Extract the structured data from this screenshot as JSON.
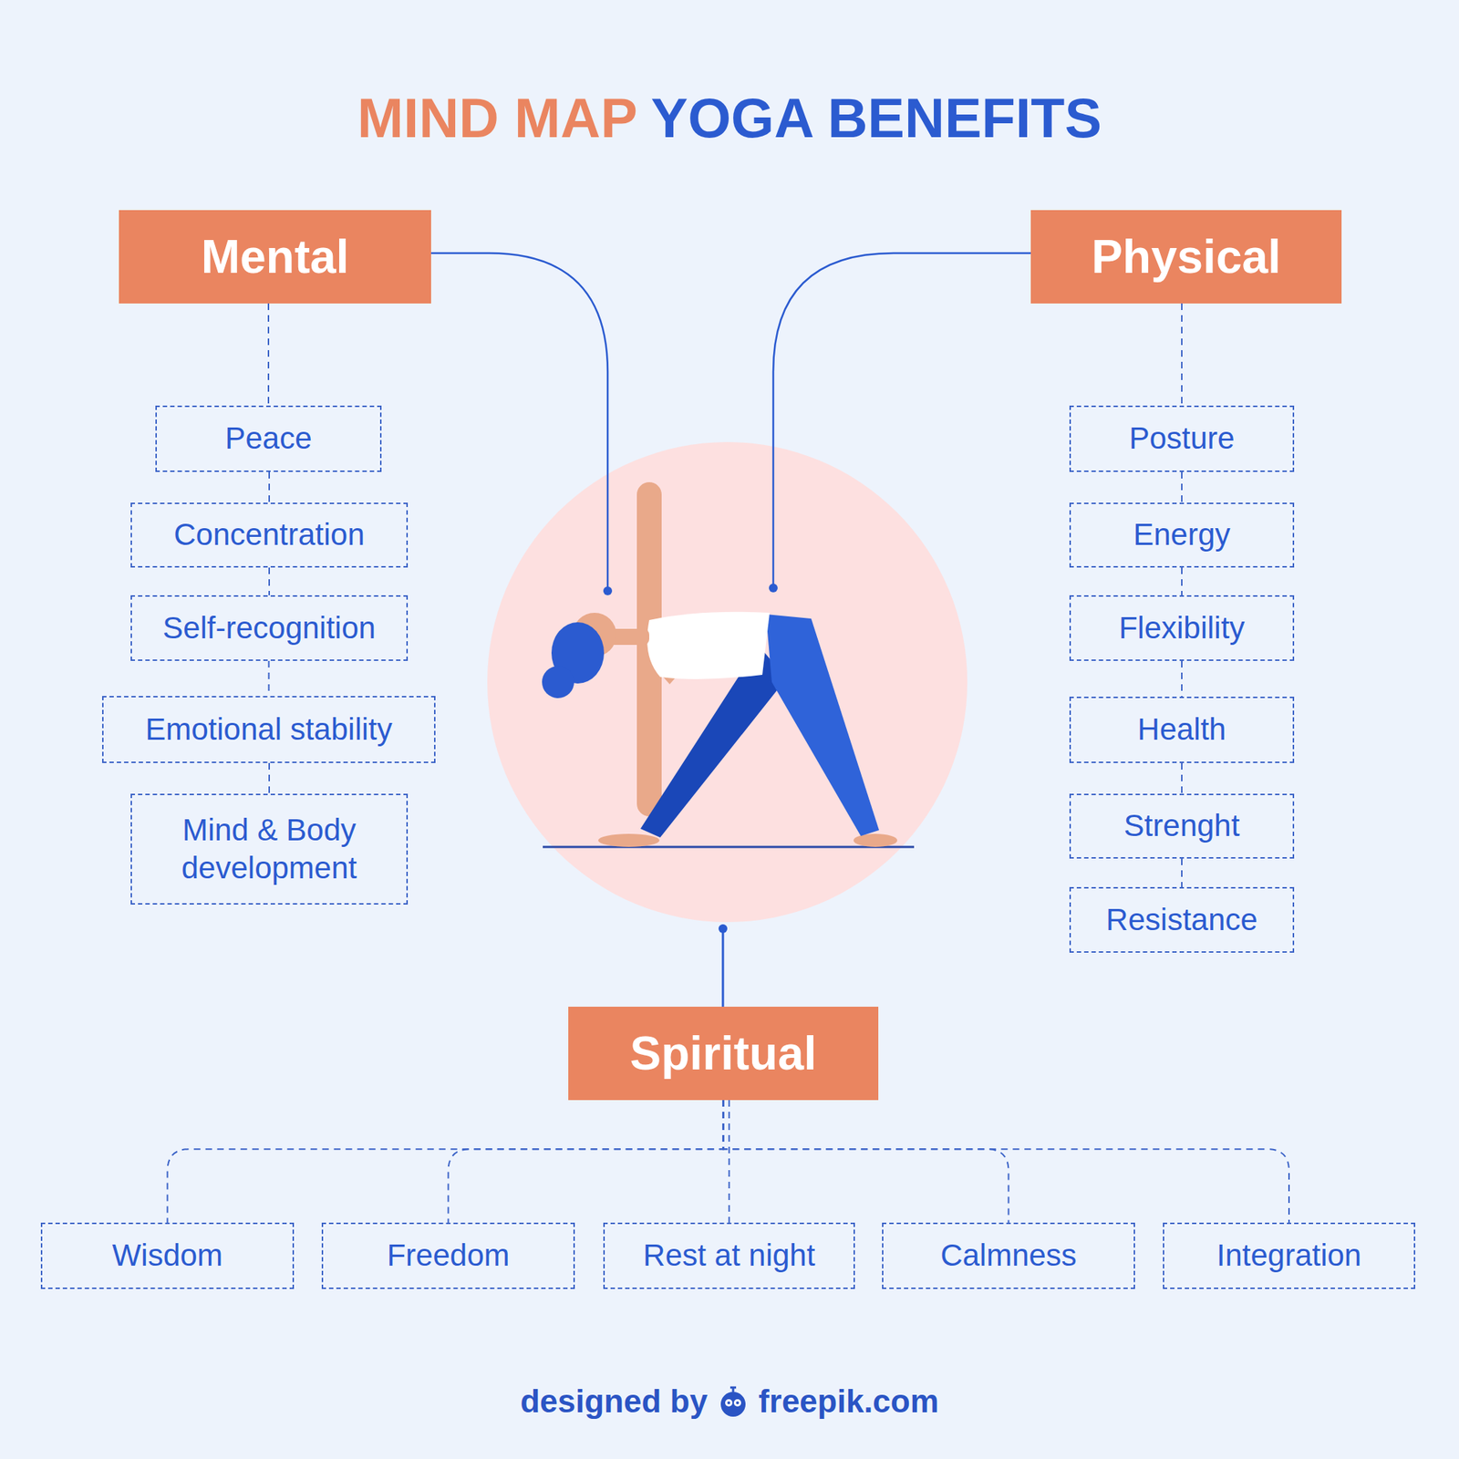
{
  "diagram": {
    "title": "MIND MAP YOGA BENEFITS",
    "nodes": [
      {
        "text": [
          "Mental"
        ]
      },
      {
        "text": [
          "Peace"
        ]
      },
      {
        "text": [
          "Concentration"
        ]
      },
      {
        "text": [
          "Self-recognition"
        ]
      },
      {
        "text": [
          "Emotional stability"
        ]
      },
      {
        "text": [
          "Mind & Body development"
        ]
      },
      {
        "text": [
          "Physical"
        ]
      },
      {
        "text": [
          "Posture"
        ]
      },
      {
        "text": [
          "Energy"
        ]
      },
      {
        "text": [
          "Flexibility"
        ]
      },
      {
        "text": [
          "Health"
        ]
      },
      {
        "text": [
          "Strenght"
        ]
      },
      {
        "text": [
          "Resistance"
        ]
      },
      {
        "text": [
          "Spiritual"
        ]
      },
      {
        "text": [
          "Wisdom"
        ]
      },
      {
        "text": [
          "Freedom"
        ]
      },
      {
        "text": [
          "Rest at night"
        ]
      },
      {
        "text": [
          "Calmness"
        ]
      },
      {
        "text": [
          "Integration"
        ]
      }
    ],
    "edges": [
      {
        "from": 0,
        "to": 1,
        "arrow": "none"
      },
      {
        "from": 1,
        "to": 2,
        "arrow": "none"
      },
      {
        "from": 2,
        "to": 3,
        "arrow": "none"
      },
      {
        "from": 3,
        "to": 4,
        "arrow": "none"
      },
      {
        "from": 4,
        "to": 5,
        "arrow": "none"
      },
      {
        "from": 6,
        "to": 7,
        "arrow": "none"
      },
      {
        "from": 7,
        "to": 8,
        "arrow": "none"
      },
      {
        "from": 8,
        "to": 9,
        "arrow": "none"
      },
      {
        "from": 9,
        "to": 10,
        "arrow": "none"
      },
      {
        "from": 10,
        "to": 11,
        "arrow": "none"
      },
      {
        "from": 11,
        "to": 12,
        "arrow": "none"
      },
      {
        "from": 13,
        "to": 14,
        "arrow": "none"
      },
      {
        "from": 13,
        "to": 15,
        "arrow": "none"
      },
      {
        "from": 13,
        "to": 16,
        "arrow": "none"
      },
      {
        "from": 13,
        "to": 17,
        "arrow": "none"
      },
      {
        "from": 13,
        "to": 18,
        "arrow": "none"
      }
    ],
    "labels": [
      "designed by",
      "freepik.com"
    ]
  }
}
